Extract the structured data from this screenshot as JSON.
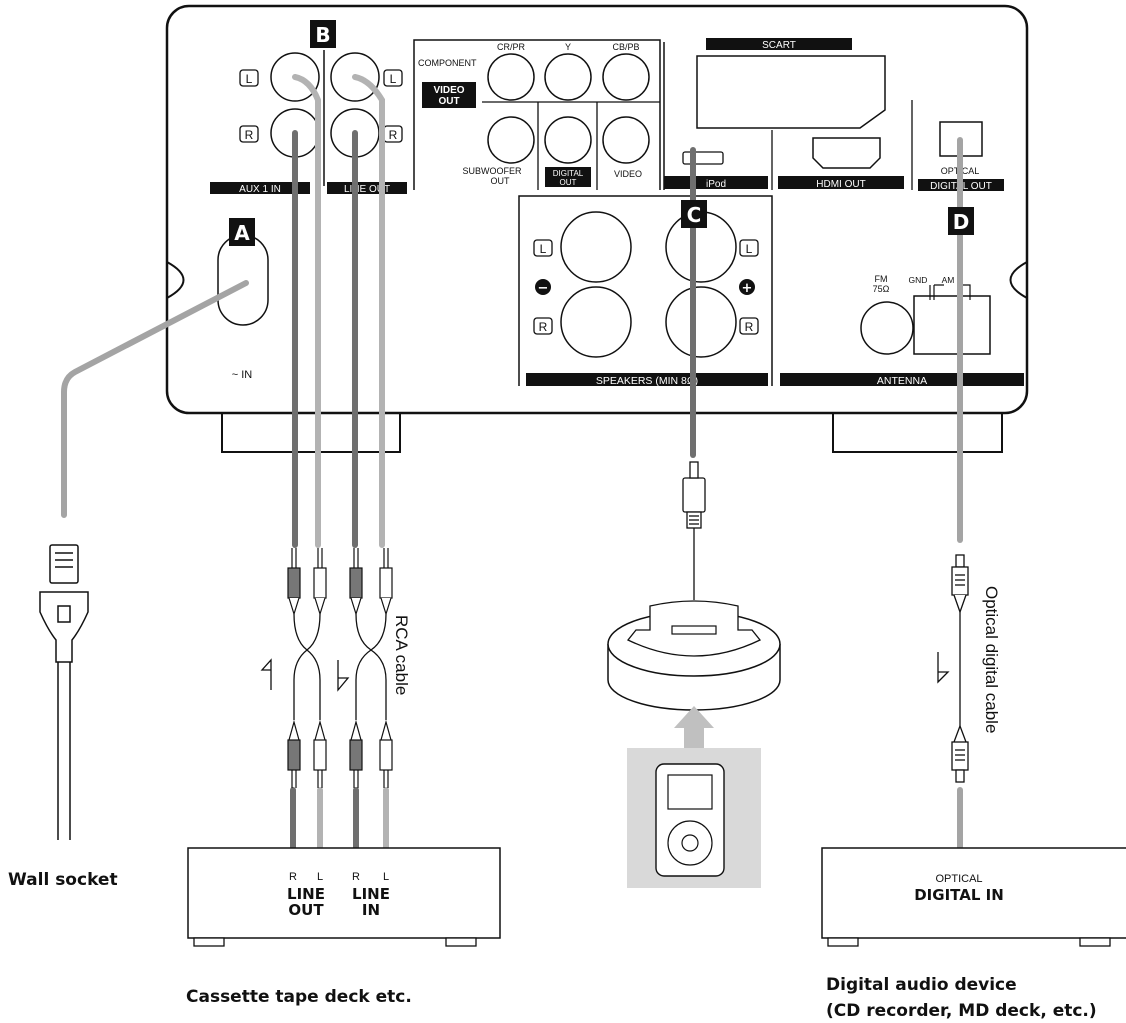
{
  "panel": {
    "letters": {
      "a": "A",
      "b": "B",
      "c": "C",
      "d": "D"
    },
    "jack_L": "L",
    "jack_R": "R",
    "aux1_in": "AUX 1 IN",
    "line_out": "LINE OUT",
    "component": "COMPONENT",
    "cr_pr": "CR/PR",
    "y": "Y",
    "cb_pb": "CB/PB",
    "video_out_1": "VIDEO",
    "video_out_2": "OUT",
    "subwoofer_1": "SUBWOOFER",
    "subwoofer_2": "OUT",
    "digital_1": "DIGITAL",
    "digital_2": "OUT",
    "video": "VIDEO",
    "scart": "SCART",
    "ipod": "iPod",
    "hdmi_out": "HDMI OUT",
    "optical": "OPTICAL",
    "digital_out": "DIGITAL OUT",
    "minus": "−",
    "plus": "+",
    "speakers": "SPEAKERS (MIN 8Ω)",
    "fm": "FM",
    "fm_ohm": "75Ω",
    "gnd": "GND",
    "am": "AM",
    "antenna": "ANTENNA",
    "ac_in": "~ IN"
  },
  "devices": {
    "wall_socket": "Wall socket",
    "deck_R": "R",
    "deck_L": "L",
    "deck_line_out_1": "LINE",
    "deck_line_out_2": "OUT",
    "deck_line_in_1": "LINE",
    "deck_line_in_2": "IN",
    "deck_caption": "Cassette tape deck etc.",
    "rca_cable": "RCA cable",
    "optical_cable": "Optical digital cable",
    "dig_optical": "OPTICAL",
    "dig_in": "DIGITAL IN",
    "dig_caption_1": "Digital audio device",
    "dig_caption_2": "(CD recorder, MD deck, etc.)"
  }
}
